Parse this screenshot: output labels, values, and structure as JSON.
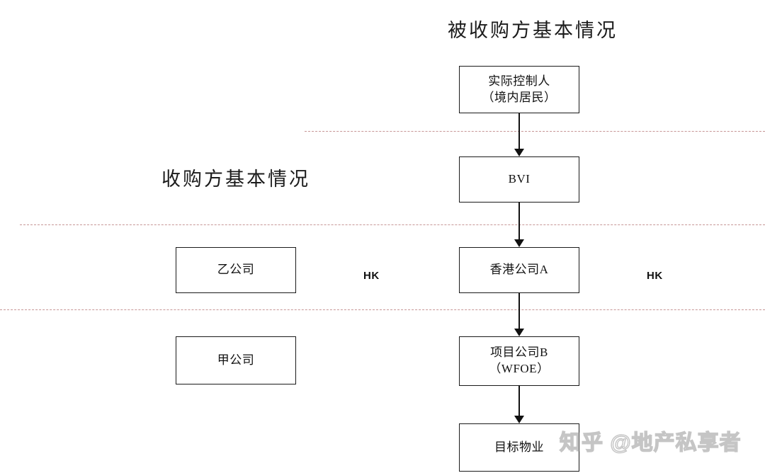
{
  "titles": {
    "acquired_side": "被收购方基本情况",
    "acquirer_side": "收购方基本情况"
  },
  "right_chain": {
    "nodes": [
      {
        "id": "controller",
        "line1": "实际控制人",
        "line2": "（境内居民）"
      },
      {
        "id": "bvi",
        "line1": "BVI",
        "line2": ""
      },
      {
        "id": "hk_company_a",
        "line1": "香港公司A",
        "line2": ""
      },
      {
        "id": "wfoe",
        "line1": "项目公司B",
        "line2": "（WFOE）"
      },
      {
        "id": "target_property",
        "line1": "目标物业",
        "line2": ""
      }
    ],
    "connectors": [
      {
        "from": "controller",
        "to": "bvi",
        "style": "solid-arrow-down"
      },
      {
        "from": "bvi",
        "to": "hk_company_a",
        "style": "solid-arrow-down"
      },
      {
        "from": "hk_company_a",
        "to": "wfoe",
        "style": "solid-arrow-down"
      },
      {
        "from": "wfoe",
        "to": "target_property",
        "style": "solid-arrow-down"
      }
    ]
  },
  "left_chain": {
    "nodes": [
      {
        "id": "company_yi",
        "line1": "乙公司",
        "line2": ""
      },
      {
        "id": "company_jia",
        "line1": "甲公司",
        "line2": ""
      }
    ]
  },
  "jurisdiction_labels": {
    "left": "HK",
    "right": "HK"
  },
  "dividers": [
    {
      "id": "divider-offshore",
      "style": "dashed",
      "color": "#c59191"
    },
    {
      "id": "divider-hk",
      "style": "dashed",
      "color": "#c59191"
    },
    {
      "id": "divider-onshore",
      "style": "dashed",
      "color": "#c59191"
    }
  ],
  "watermark": {
    "text": "知乎 @地产私享者"
  },
  "colors": {
    "background": "#ffffff",
    "box_border": "#1a1a1a",
    "text": "#111111",
    "divider": "#c59191",
    "watermark": "#969696"
  }
}
